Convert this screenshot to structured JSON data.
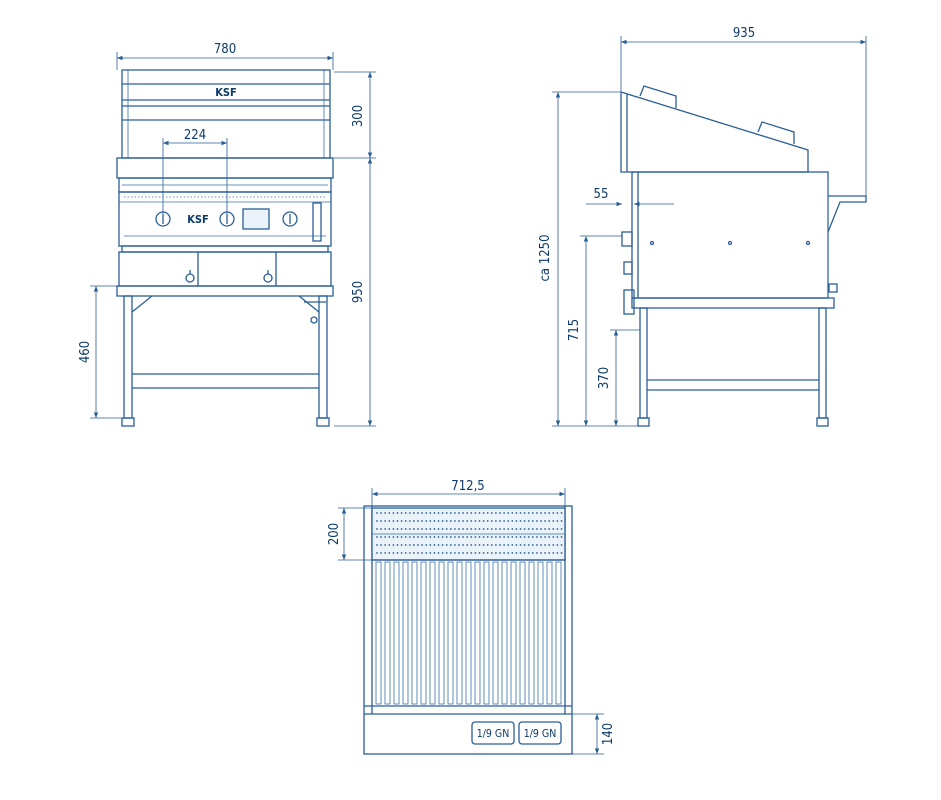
{
  "front_view": {
    "brand": "KSF",
    "panel_brand": "KSF",
    "dims": {
      "width": "780",
      "top": "300",
      "height": "950",
      "leg": "460",
      "knob_pitch": "224"
    }
  },
  "side_view": {
    "dims": {
      "depth": "935",
      "total": "ca 1250",
      "offset": "55",
      "work": "715",
      "shelf": "370"
    }
  },
  "top_view": {
    "dims": {
      "width": "712,5",
      "rack": "200",
      "tray": "140"
    },
    "trays": [
      "1/9 GN",
      "1/9 GN"
    ]
  },
  "colors": {
    "line": "#2a5f96",
    "text": "#0d3a6a",
    "fill": "#eaf2fa"
  }
}
